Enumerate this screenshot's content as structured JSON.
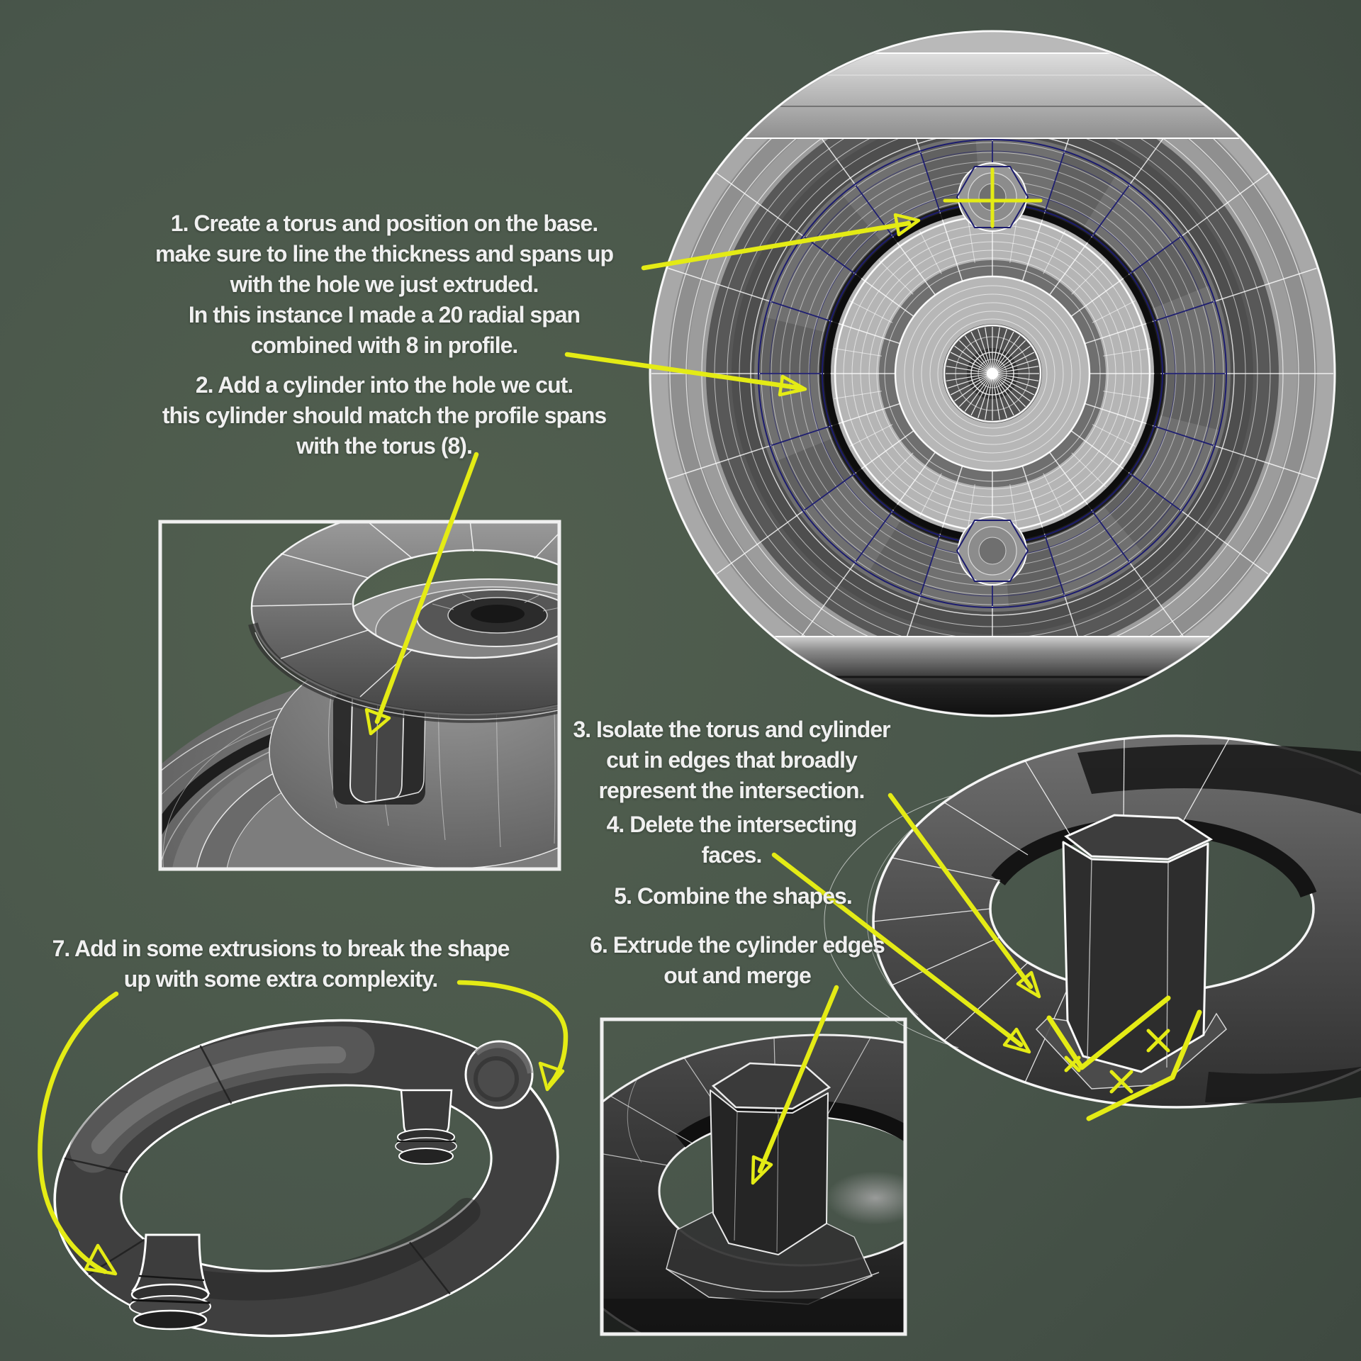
{
  "steps": [
    {
      "lines": [
        "1. Create a torus and position on the base.",
        "make sure to line the thickness and spans up",
        "with the hole we just extruded.",
        "In this instance I made a 20 radial span",
        "combined with 8 in profile."
      ]
    },
    {
      "lines": [
        "2. Add a cylinder into the hole we cut.",
        "this cylinder should match the profile spans",
        "with the torus (8)."
      ]
    },
    {
      "lines": [
        "3. Isolate the torus and cylinder",
        "cut in edges that broadly",
        "represent the intersection."
      ]
    },
    {
      "lines": [
        "4. Delete the intersecting",
        "faces."
      ]
    },
    {
      "lines": [
        "5. Combine the shapes."
      ]
    },
    {
      "lines": [
        "6. Extrude the cylinder edges",
        "out and merge"
      ]
    },
    {
      "lines": [
        "7. Add in some extrusions to break the shape",
        "up with some extra complexity."
      ]
    }
  ],
  "colors": {
    "background_center": "#52604f",
    "background_edge": "#343e36",
    "text": "#f0f0f0",
    "annotation_yellow": "#e4eb15",
    "wireframe_white": "#f5f5f5",
    "wireframe_blue": "#1c1c6e",
    "mesh_dark": "#2c2c2c",
    "mesh_mid": "#6f6f6f",
    "mesh_light": "#b5b5b5"
  },
  "icons": {
    "open_arrow": "open-triangle-arrowhead",
    "cross_marker": "+",
    "x_marker": "x"
  }
}
